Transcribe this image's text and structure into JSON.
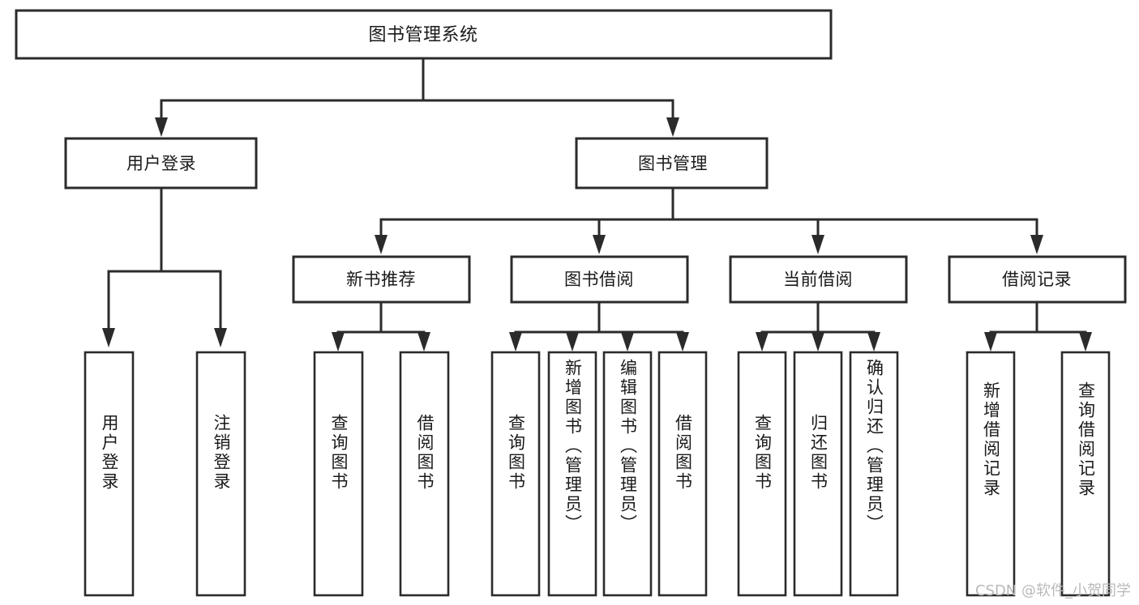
{
  "diagram": {
    "title": "图书管理系统",
    "type": "tree",
    "orientation": "top-down",
    "colors": {
      "box_stroke": "#2b2b2b",
      "box_fill": "#ffffff",
      "line": "#2b2b2b",
      "text": "#1a1a1a",
      "watermark": "#b9b9b9",
      "background": "#ffffff"
    },
    "watermark": "CSDN @软件_小贺同学"
  },
  "nodes": {
    "root": {
      "label": "图书管理系统",
      "level": 0
    },
    "level1": [
      {
        "id": "user-login",
        "label": "用户登录"
      },
      {
        "id": "book-manage",
        "label": "图书管理"
      }
    ],
    "level2": [
      {
        "id": "new-book-recommend",
        "label": "新书推荐",
        "parent": "book-manage"
      },
      {
        "id": "book-borrow",
        "label": "图书借阅",
        "parent": "book-manage"
      },
      {
        "id": "current-borrow",
        "label": "当前借阅",
        "parent": "book-manage"
      },
      {
        "id": "borrow-record",
        "label": "借阅记录",
        "parent": "book-manage"
      }
    ],
    "leaves": {
      "user-login": [
        {
          "id": "leaf-user-login",
          "label": "用户登录"
        },
        {
          "id": "leaf-logout",
          "label": "注销登录"
        }
      ],
      "new-book-recommend": [
        {
          "id": "leaf-query-book-1",
          "label": "查询图书"
        },
        {
          "id": "leaf-borrow-book-1",
          "label": "借阅图书"
        }
      ],
      "book-borrow": [
        {
          "id": "leaf-query-book-2",
          "label": "查询图书"
        },
        {
          "id": "leaf-add-book",
          "label": "新增图书（管理员）"
        },
        {
          "id": "leaf-edit-book",
          "label": "编辑图书（管理员）"
        },
        {
          "id": "leaf-borrow-book-2",
          "label": "借阅图书"
        }
      ],
      "current-borrow": [
        {
          "id": "leaf-query-book-3",
          "label": "查询图书"
        },
        {
          "id": "leaf-return-book",
          "label": "归还图书"
        },
        {
          "id": "leaf-confirm-return",
          "label": "确认归还（管理员）"
        }
      ],
      "borrow-record": [
        {
          "id": "leaf-add-record",
          "label": "新增借阅记录"
        },
        {
          "id": "leaf-query-record",
          "label": "查询借阅记录"
        }
      ]
    }
  }
}
